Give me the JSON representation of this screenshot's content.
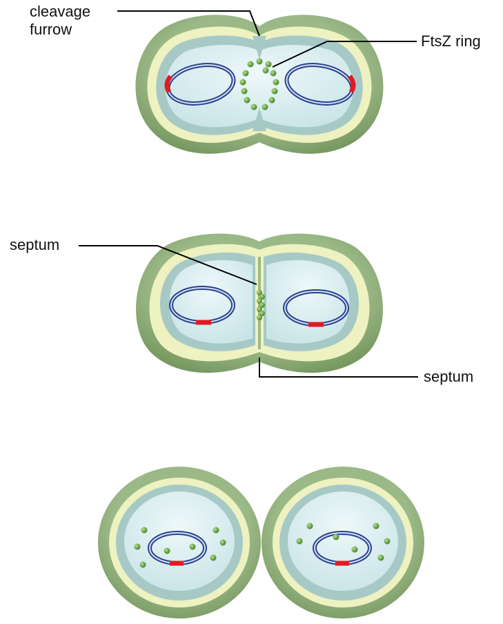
{
  "labels": {
    "cleavage_furrow_line1": "cleavage",
    "cleavage_furrow_line2": "furrow",
    "ftsz_ring": "FtsZ ring",
    "septum_left": "septum",
    "septum_right": "septum"
  },
  "colors": {
    "outer_wall": "#8fae78",
    "outer_wall_dark": "#6f9058",
    "middle_layer": "#f0f2c4",
    "inner_membrane": "#9fc4c2",
    "cytoplasm": "#d6ecef",
    "dna_ring": "#2c3f8f",
    "origin_marker": "#e01b24",
    "ftsz_dots": "#5e9e36",
    "label_line": "#000000"
  }
}
